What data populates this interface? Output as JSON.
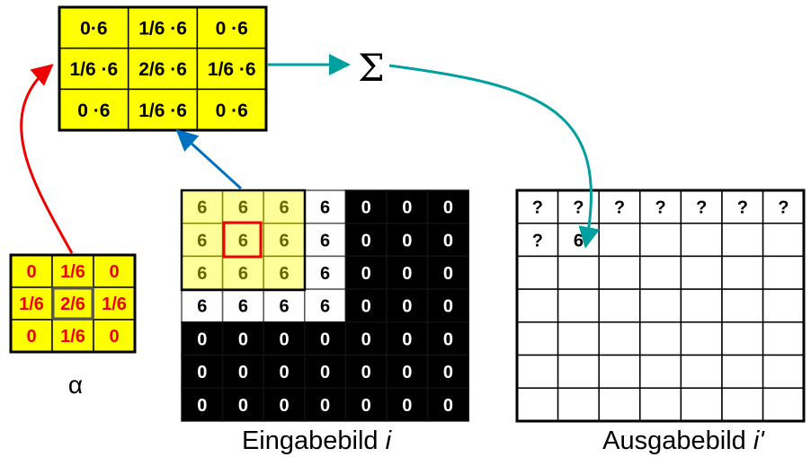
{
  "products": [
    [
      "0·6",
      "1/6 ·6",
      "0 ·6"
    ],
    [
      "1/6 ·6",
      "2/6 ·6",
      "1/6 ·6"
    ],
    [
      "0 ·6",
      "1/6 ·6",
      "0 ·6"
    ]
  ],
  "sum_symbol": "Σ",
  "kernel": {
    "values": [
      [
        "0",
        "1/6",
        "0"
      ],
      [
        "1/6",
        "2/6",
        "1/6"
      ],
      [
        "0",
        "1/6",
        "0"
      ]
    ],
    "label": "α"
  },
  "input": {
    "values": [
      [
        "6",
        "6",
        "6",
        "6",
        "0",
        "0",
        "0"
      ],
      [
        "6",
        "6",
        "6",
        "6",
        "0",
        "0",
        "0"
      ],
      [
        "6",
        "6",
        "6",
        "6",
        "0",
        "0",
        "0"
      ],
      [
        "6",
        "6",
        "6",
        "6",
        "0",
        "0",
        "0"
      ],
      [
        "0",
        "0",
        "0",
        "0",
        "0",
        "0",
        "0"
      ],
      [
        "0",
        "0",
        "0",
        "0",
        "0",
        "0",
        "0"
      ],
      [
        "0",
        "0",
        "0",
        "0",
        "0",
        "0",
        "0"
      ]
    ],
    "label_prefix": "Eingabebild ",
    "label_var": "i"
  },
  "output": {
    "values": [
      [
        "?",
        "?",
        "?",
        "?",
        "?",
        "?",
        "?"
      ],
      [
        "?",
        "6",
        "",
        "",
        "",
        "",
        ""
      ],
      [
        "",
        "",
        "",
        "",
        "",
        "",
        ""
      ],
      [
        "",
        "",
        "",
        "",
        "",
        "",
        ""
      ],
      [
        "",
        "",
        "",
        "",
        "",
        "",
        ""
      ],
      [
        "",
        "",
        "",
        "",
        "",
        "",
        ""
      ],
      [
        "",
        "",
        "",
        "",
        "",
        "",
        ""
      ]
    ],
    "label_prefix": "Ausgabebild ",
    "label_var": "i'"
  },
  "colors": {
    "yellow": "#ffff00",
    "highlight": "#ffff99",
    "red": "#ee0000",
    "blue": "#0070c0",
    "teal": "#00a0a0"
  }
}
